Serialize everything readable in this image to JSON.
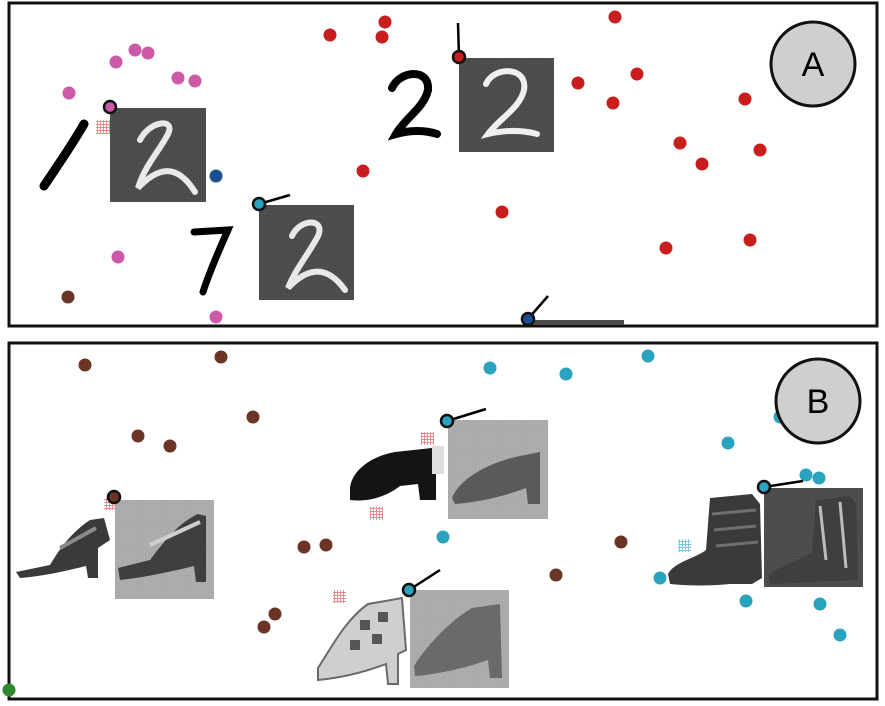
{
  "panels": [
    {
      "id": "A",
      "label": "A"
    },
    {
      "id": "B",
      "label": "B"
    }
  ],
  "colors": {
    "frame": "#111111",
    "badge_fill": "#cfcfcf",
    "dot_red": "#c81e1e",
    "dot_pink": "#cc5aa8",
    "dot_brown": "#6a3426",
    "dot_navy": "#1d4f91",
    "dot_teal": "#2aa3bf",
    "dot_green": "#2f8a2f",
    "thumb_dark": "#4a4a4a",
    "thumb_light": "#a9a9a9",
    "ink": "#000000"
  },
  "panel_a": {
    "digit_images": [
      "digit-one",
      "digit-two",
      "digit-seven"
    ],
    "reconstructions": [
      "reconstruction-1",
      "reconstruction-2",
      "reconstruction-3"
    ]
  },
  "panel_b": {
    "shoe_images": [
      "sandal",
      "platform-heel",
      "open-toe-heel",
      "ankle-boot"
    ],
    "reconstructions": [
      "sandal-reconstruction",
      "heel-reconstruction",
      "open-heel-reconstruction",
      "boot-reconstruction"
    ]
  }
}
